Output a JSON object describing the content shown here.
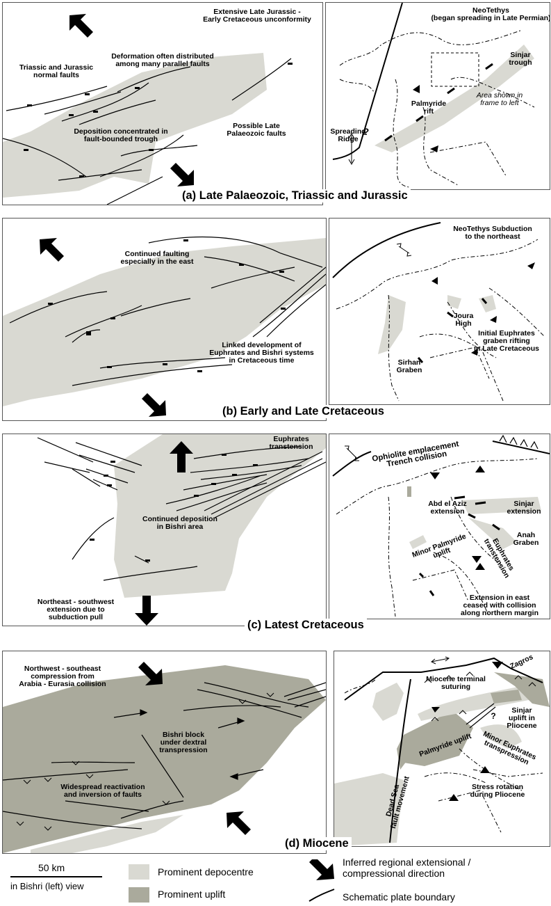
{
  "colors": {
    "depocentre": "#d9d9d2",
    "uplift": "#aaaa9c",
    "line": "#000000"
  },
  "panel_a": {
    "caption": "(a) Late Palaeozoic, Triassic and Jurassic",
    "left_labels": {
      "unconformity": "Extensive Late Jurassic -\nEarly Cretaceous unconformity",
      "deformation": "Deformation often distributed\namong many parallel faults",
      "triassic_faults": "Triassic and Jurassic\nnormal faults",
      "deposition": "Deposition concentrated in\nfault-bounded trough",
      "palaeozoic_faults": "Possible Late\nPalaeozoic faults"
    },
    "right_labels": {
      "neotethys": "NeoTethys\n(began spreading in Late Permian)",
      "sinjar": "Sinjar\ntrough",
      "area_shown": "Area shown in\nframe to left",
      "palmyride": "Palmyride\nrift",
      "spreading": "Spreading\nRidge",
      "question": "?"
    }
  },
  "panel_b": {
    "caption": "(b) Early and Late Cretaceous",
    "left_labels": {
      "continued": "Continued faulting\nespecially in the east",
      "linked": "Linked development of\nEuphrates and Bishri systems\nin Cretaceous time"
    },
    "right_labels": {
      "subduction": "NeoTethys Subduction\nto the northeast",
      "joura": "Joura\nHigh",
      "euphrates": "Initial Euphrates\ngraben rifting\nin Late Cretaceous",
      "sirhan": "Sirhan\nGraben"
    }
  },
  "panel_c": {
    "caption": "(c) Latest Cretaceous",
    "left_labels": {
      "transtension": "Euphrates\ntranstension",
      "bishri": "Continued deposition\nin Bishri area",
      "extension": "Northeast - southwest\nextension due to\nsubduction pull"
    },
    "right_labels": {
      "ophiolite": "Ophiolite emplacement\nTrench collision",
      "abd": "Abd el Aziz\nextension",
      "sinjar": "Sinjar\nextension",
      "anah": "Anah\nGraben",
      "minor_palmyride": "Minor Palmyride\nuplift",
      "euphrates": "Euphrates\ntranstension",
      "ceased": "Extension in east\nceased with collision\nalong northern margin"
    }
  },
  "panel_d": {
    "caption": "(d) Miocene",
    "left_labels": {
      "compression": "Northwest - southeast\ncompression from\nArabia - Eurasia collision",
      "bishri": "Bishri block\nunder dextral\ntranspression",
      "widespread": "Widespread reactivation\nand inversion of faults"
    },
    "right_labels": {
      "zagros": "Zagros",
      "suturing": "Miocene terminal\nsuturing",
      "sinjar": "Sinjar\nuplift in\nPliocene",
      "question": "?",
      "palmyride": "Palmyride uplift",
      "minor_euphrates": "Minor Euphrates\ntranspression",
      "stress": "Stress rotation\nduring Pliocene",
      "dead_sea": "Dead Sea\nfault movement"
    }
  },
  "legend": {
    "scale": "50 km",
    "scale_note": "in Bishri (left) view",
    "depocentre": "Prominent depocentre",
    "uplift": "Prominent uplift",
    "arrow": "Inferred regional extensional /\ncompressional direction",
    "plate": "Schematic plate boundary"
  }
}
